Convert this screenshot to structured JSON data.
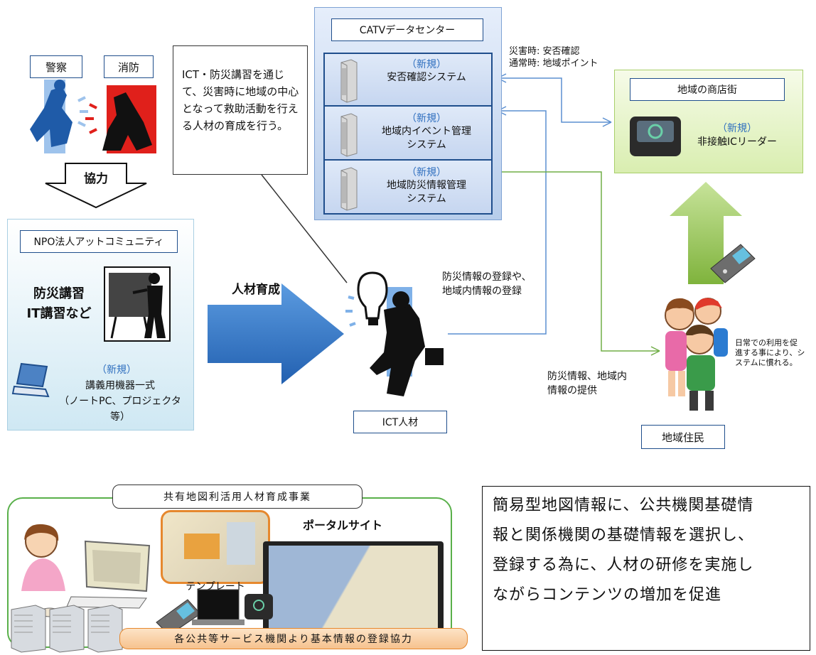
{
  "top": {
    "police_label": "警察",
    "fire_label": "消防",
    "cooperation_label": "協力",
    "callout_text": "ICT・防災講習を通じて、災害時に地域の中心となって救助活動を行える人材の育成を行う。",
    "npo": {
      "title": "NPO法人アットコミュニティ",
      "course_line1": "防災講習",
      "course_line2": "IT講習など",
      "new_tag": "（新規）",
      "equipment_line1": "講義用機器一式",
      "equipment_line2": "（ノートPC、プロジェクタ等）"
    },
    "training_label": "人材育成",
    "ict_person_label": "ICT人材",
    "catv": {
      "title": "CATVデータセンター",
      "systems": [
        {
          "tag": "（新規）",
          "line1": "安否確認システム",
          "line2": ""
        },
        {
          "tag": "（新規）",
          "line1": "地域内イベント管理",
          "line2": "システム"
        },
        {
          "tag": "（新規）",
          "line1": "地域防災情報管理",
          "line2": "システム"
        }
      ]
    },
    "disaster_note_line1": "災害時: 安否確認",
    "disaster_note_line2": "通常時: 地域ポイント",
    "shop": {
      "title": "地域の商店街",
      "new_tag": "（新規）",
      "reader_label": "非接触ICリーダー"
    },
    "register_note_line1": "防災情報の登録や、",
    "register_note_line2": "地域内情報の登録",
    "provide_note_line1": "防災情報、地域内",
    "provide_note_line2": "情報の提供",
    "daily_note_line1": "日常での利用を促",
    "daily_note_line2": "進する事により、シ",
    "daily_note_line3": "ステムに慣れる。",
    "residents_label": "地域住民"
  },
  "bottom": {
    "project_title": "共有地図利活用人材育成事業",
    "portal_label": "ポータルサイト",
    "template_label": "テンプレート",
    "registration_label": "各公共等サービス機関より基本情報の登録協力",
    "summary_line1": "簡易型地図情報に、公共機関基礎情",
    "summary_line2": "報と関係機関の基礎情報を選択し、",
    "summary_line3": "登録する為に、人材の研修を実施し",
    "summary_line4": "ながらコンテンツの増加を促進"
  },
  "colors": {
    "frame_blue": "#1f4e8c",
    "new_blue": "#2f6fbf",
    "catv_bg": "#c5d9f1",
    "npo_bg": "#dbeef6",
    "shop_bg": "#e5f2c4",
    "green_line": "#70ad47",
    "arrow_blue": "#2e73c8",
    "arrow_green": "#8fbf4d"
  }
}
